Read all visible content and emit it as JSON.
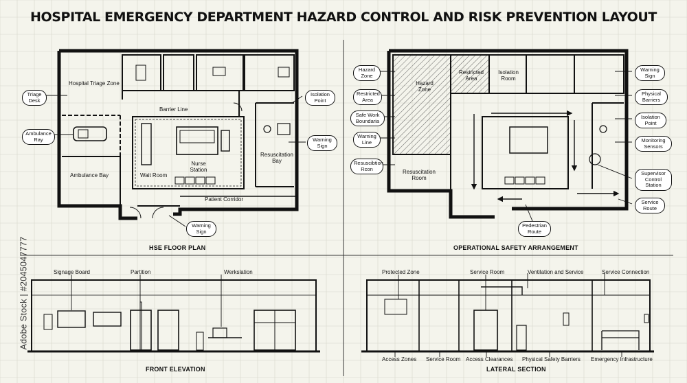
{
  "title": "HOSPITAL EMERGENCY DEPARTMENT HAZARD CONTROL AND RISK PREVENTION LAYOUT",
  "watermark": "Adobe Stock | #2045047777",
  "floor_plan": {
    "caption": "HSE FLOOR PLAN",
    "rooms": {
      "triage_zone": "Hospital Triage Zone",
      "barrier_line": "Barrier Line",
      "ambulance_bay": "Ambulance Bay",
      "nurse_station": "Nurse Station",
      "wait_room": "Wait Room",
      "resuscitation_bay": "Resuscitation Bay",
      "patient_corridor": "Patient Corridor"
    },
    "callouts": {
      "triage_desk": "Triage Desk",
      "ambulance_ray": "Ambulance Ray",
      "isolation_point": "Isolation Point",
      "warning_sign_right": "Warning Sign",
      "warning_sign_bottom": "Warning Sign"
    }
  },
  "safety_plan": {
    "caption": "OPERATIONAL SAFETY ARRANGEMENT",
    "rooms": {
      "hazard_zone": "Hazard Zone",
      "restricted_area": "Restricted Area",
      "isolation_room": "Isolation Room",
      "resuscitation_room": "Resuscitation Room"
    },
    "callouts_left": {
      "hazard_zone": "Hazard Zone",
      "restricted_area": "Restricted Area",
      "safe_work_boundaria": "Safe Work Boundaria",
      "warning_line": "Warning Line",
      "resuscibtion_rcon": "Resuscibtion Rcon"
    },
    "callouts_right": {
      "warning_sign": "Warning Sign",
      "physical_barriers": "Physical Barriers",
      "isolation_point": "Isolation Point",
      "monitoring_sensors": "Monitoring Sensors",
      "supervisor_control": "Supervisor Control Station",
      "service_route": "Service Route"
    },
    "pedestrian_route": "Pedestrian Route"
  },
  "front_elevation": {
    "caption": "FRONT ELEVATION",
    "labels": {
      "signage_board": "Signage Board",
      "partition": "Partition",
      "workstation": "Werkslation"
    }
  },
  "lateral_section": {
    "caption": "LATERAL SECTION",
    "top_labels": {
      "protected_zone": "Protected Zone",
      "service_room": "Service Room",
      "ventilation": "Ventilation and Service",
      "service_connection": "Service Connection"
    },
    "bottom_labels": {
      "access_zones": "Access Zones",
      "service_room": "Service Room",
      "access_clearances": "Access Clearances",
      "physical_safety": "Physical Safety Barriers",
      "emergency_infra": "Emergency Infrastructure"
    }
  }
}
